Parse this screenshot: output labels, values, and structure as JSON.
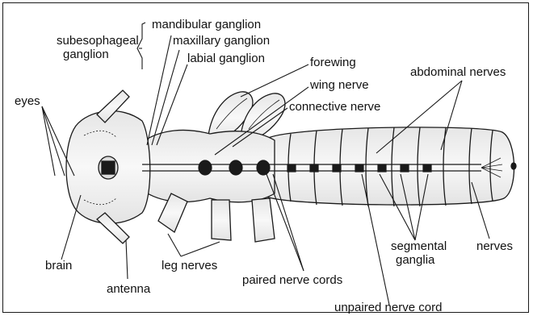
{
  "labels": {
    "mandibular_ganglion": "mandibular ganglion",
    "maxillary_ganglion": "maxillary ganglion",
    "labial_ganglion": "labial ganglion",
    "subesophageal_line1": "subesophageal",
    "subesophageal_line2": "ganglion",
    "forewing": "forewing",
    "wing_nerve": "wing nerve",
    "connective_nerve": "connective nerve",
    "abdominal_nerves": "abdominal nerves",
    "eyes": "eyes",
    "brain": "brain",
    "leg_nerves": "leg nerves",
    "antenna": "antenna",
    "paired_nerve_cords": "paired nerve cords",
    "segmental_ganglia_line1": "segmental",
    "segmental_ganglia_line2": "ganglia",
    "nerves": "nerves",
    "unpaired_nerve_cord": "unpaired nerve cord"
  },
  "colors": {
    "outline": "#1a1a1a",
    "body_fill": "#f2f2f2",
    "segment_fill": "#ebebeb",
    "background": "#ffffff"
  }
}
